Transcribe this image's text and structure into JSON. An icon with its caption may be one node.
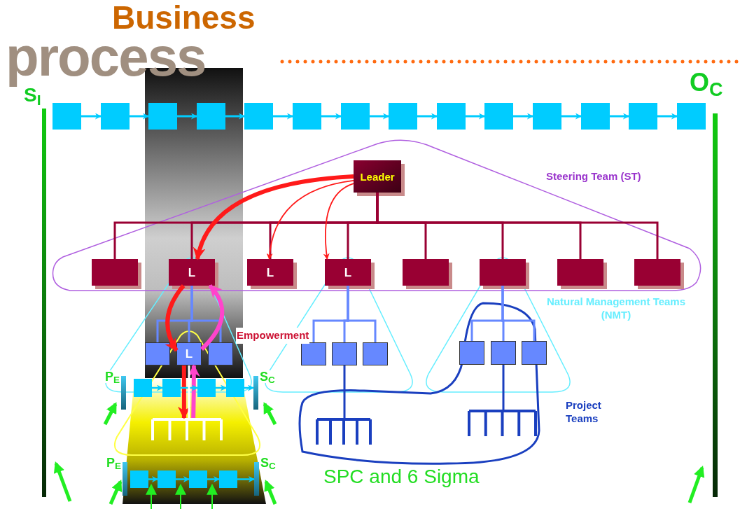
{
  "diagram": {
    "title": "Business process",
    "nodes": [
      {
        "text": [
          "Steering Team (ST)"
        ]
      },
      {
        "text": [
          "Leader"
        ],
        "in": 0
      },
      {
        "text": [],
        "shape": "box",
        "in": 0
      },
      {
        "text": [
          "L"
        ],
        "in": 0
      },
      {
        "text": [
          "L"
        ],
        "in": 0
      },
      {
        "text": [
          "L"
        ],
        "in": 0
      },
      {
        "text": [],
        "shape": "box",
        "in": 0
      },
      {
        "text": [],
        "shape": "box",
        "in": 0
      },
      {
        "text": [],
        "shape": "box",
        "in": 0
      },
      {
        "text": [],
        "shape": "box",
        "in": 0
      },
      {
        "text": [],
        "shape": "box"
      },
      {
        "text": [],
        "shape": "box"
      },
      {
        "text": [],
        "shape": "box"
      },
      {
        "text": [],
        "shape": "box"
      },
      {
        "text": [],
        "shape": "box"
      },
      {
        "text": [],
        "shape": "box"
      },
      {
        "text": [],
        "shape": "box"
      },
      {
        "text": [],
        "shape": "box"
      },
      {
        "text": [],
        "shape": "box"
      },
      {
        "text": [],
        "shape": "box"
      },
      {
        "text": [],
        "shape": "box"
      },
      {
        "text": [],
        "shape": "box"
      },
      {
        "text": [],
        "shape": "box"
      },
      {
        "text": [],
        "shape": "box"
      },
      {
        "text": [],
        "shape": "box"
      },
      {
        "text": [
          "L"
        ]
      },
      {
        "text": [],
        "shape": "box"
      },
      {
        "text": [],
        "shape": "box"
      },
      {
        "text": [],
        "shape": "box"
      },
      {
        "text": [],
        "shape": "box"
      },
      {
        "text": [],
        "shape": "box"
      },
      {
        "text": [],
        "shape": "box"
      },
      {
        "text": [],
        "shape": "box"
      },
      {
        "text": [],
        "shape": "fork"
      },
      {
        "text": [],
        "shape": "bar",
        "beside": [
          "P$_{E}$"
        ]
      },
      {
        "text": [],
        "shape": "box"
      },
      {
        "text": [],
        "shape": "box"
      },
      {
        "text": [],
        "shape": "box"
      },
      {
        "text": [],
        "shape": "box"
      },
      {
        "text": [],
        "shape": "bar",
        "beside": [
          "S$_{C}$"
        ]
      },
      {
        "text": [],
        "shape": "bar",
        "beside": [
          "P$_{E}$"
        ]
      },
      {
        "text": [],
        "shape": "box"
      },
      {
        "text": [],
        "shape": "box"
      },
      {
        "text": [],
        "shape": "box"
      },
      {
        "text": [],
        "shape": "box"
      },
      {
        "text": [],
        "shape": "bar",
        "beside": [
          "S$_{C}$"
        ]
      },
      {
        "text": [],
        "shape": "fork"
      },
      {
        "text": [],
        "shape": "fork"
      }
    ],
    "edges": [
      {
        "from": 1,
        "to": 2,
        "arrow": "none",
        "color": "#990033"
      },
      {
        "from": 1,
        "to": 3,
        "arrow": "none",
        "color": "#990033"
      },
      {
        "from": 1,
        "to": 4,
        "arrow": "none",
        "color": "#990033"
      },
      {
        "from": 1,
        "to": 5,
        "arrow": "none",
        "color": "#990033"
      },
      {
        "from": 1,
        "to": 6,
        "arrow": "none",
        "color": "#990033"
      },
      {
        "from": 1,
        "to": 7,
        "arrow": "none",
        "color": "#990033"
      },
      {
        "from": 1,
        "to": 8,
        "arrow": "none",
        "color": "#990033"
      },
      {
        "from": 1,
        "to": 9,
        "arrow": "none",
        "color": "#990033"
      },
      {
        "from": 10,
        "to": 11,
        "arrow": "to",
        "color": "#00ccff"
      },
      {
        "from": 11,
        "to": 12,
        "arrow": "to",
        "color": "#00ccff"
      },
      {
        "from": 12,
        "to": 13,
        "arrow": "to",
        "color": "#00ccff"
      },
      {
        "from": 13,
        "to": 14,
        "arrow": "to",
        "color": "#00ccff"
      },
      {
        "from": 14,
        "to": 15,
        "arrow": "to",
        "color": "#00ccff"
      },
      {
        "from": 15,
        "to": 16,
        "arrow": "to",
        "color": "#00ccff"
      },
      {
        "from": 16,
        "to": 17,
        "arrow": "to",
        "color": "#00ccff"
      },
      {
        "from": 17,
        "to": 18,
        "arrow": "to",
        "color": "#00ccff"
      },
      {
        "from": 18,
        "to": 19,
        "arrow": "to",
        "color": "#00ccff"
      },
      {
        "from": 19,
        "to": 20,
        "arrow": "to",
        "color": "#00ccff"
      },
      {
        "from": 20,
        "to": 21,
        "arrow": "to",
        "color": "#00ccff"
      },
      {
        "from": 21,
        "to": 22,
        "arrow": "to",
        "color": "#00ccff"
      },
      {
        "from": 22,
        "to": 23,
        "arrow": "to",
        "color": "#00ccff"
      },
      {
        "from": 3,
        "to": 24,
        "arrow": "none",
        "color": "#6688ff"
      },
      {
        "from": 3,
        "to": 25,
        "arrow": "none",
        "color": "#6688ff"
      },
      {
        "from": 3,
        "to": 26,
        "arrow": "none",
        "color": "#6688ff"
      },
      {
        "from": 5,
        "to": 27,
        "arrow": "none",
        "color": "#6688ff"
      },
      {
        "from": 5,
        "to": 28,
        "arrow": "none",
        "color": "#6688ff"
      },
      {
        "from": 5,
        "to": 29,
        "arrow": "none",
        "color": "#6688ff"
      },
      {
        "from": 7,
        "to": 30,
        "arrow": "none",
        "color": "#6688ff"
      },
      {
        "from": 7,
        "to": 31,
        "arrow": "none",
        "color": "#6688ff"
      },
      {
        "from": 7,
        "to": 32,
        "arrow": "none",
        "color": "#6688ff"
      },
      {
        "from": 1,
        "to": 3,
        "arrow": "to",
        "style": "thick",
        "color": "#ff1a1a"
      },
      {
        "from": 1,
        "to": 4,
        "arrow": "to",
        "color": "#ff1a1a"
      },
      {
        "from": 1,
        "to": 5,
        "arrow": "to",
        "color": "#ff1a1a"
      },
      {
        "from": 3,
        "to": 25,
        "arrow": "to",
        "style": "thick",
        "color": "#ff1a1a"
      },
      {
        "from": 25,
        "to": 3,
        "arrow": "to",
        "style": "thick",
        "color": "#ff44cc"
      },
      {
        "from": 25,
        "to": 33,
        "arrow": "to",
        "style": "thick",
        "color": "#ff1a1a"
      },
      {
        "from": 33,
        "to": 25,
        "arrow": "to",
        "style": "thick",
        "color": "#ff44cc"
      },
      {
        "from": 35,
        "to": 36,
        "arrow": "to",
        "color": "#00ccff"
      },
      {
        "from": 36,
        "to": 37,
        "arrow": "to",
        "color": "#00ccff"
      },
      {
        "from": 37,
        "to": 38,
        "arrow": "to",
        "color": "#00ccff"
      },
      {
        "from": 38,
        "to": 39,
        "arrow": "to",
        "color": "#00ccff"
      },
      {
        "from": 41,
        "to": 42,
        "arrow": "to",
        "color": "#00ccff"
      },
      {
        "from": 42,
        "to": 43,
        "arrow": "to",
        "color": "#00ccff"
      },
      {
        "from": 43,
        "to": 44,
        "arrow": "to",
        "color": "#00ccff"
      },
      {
        "from": 44,
        "to": 45,
        "arrow": "to",
        "color": "#00ccff"
      },
      {
        "from": 25,
        "to": 33,
        "arrow": "none",
        "color": "#ffffff"
      },
      {
        "from": 28,
        "to": 46,
        "arrow": "none",
        "color": "#1a3fbf"
      },
      {
        "from": 31,
        "to": 47,
        "arrow": "none",
        "color": "#1a3fbf"
      }
    ],
    "labels": [
      "S$_{I}$",
      "O$_{C}$",
      "Natural Management Teams (NMT)",
      "Empowerment",
      "Project Teams",
      "SPC and 6 Sigma"
    ]
  }
}
